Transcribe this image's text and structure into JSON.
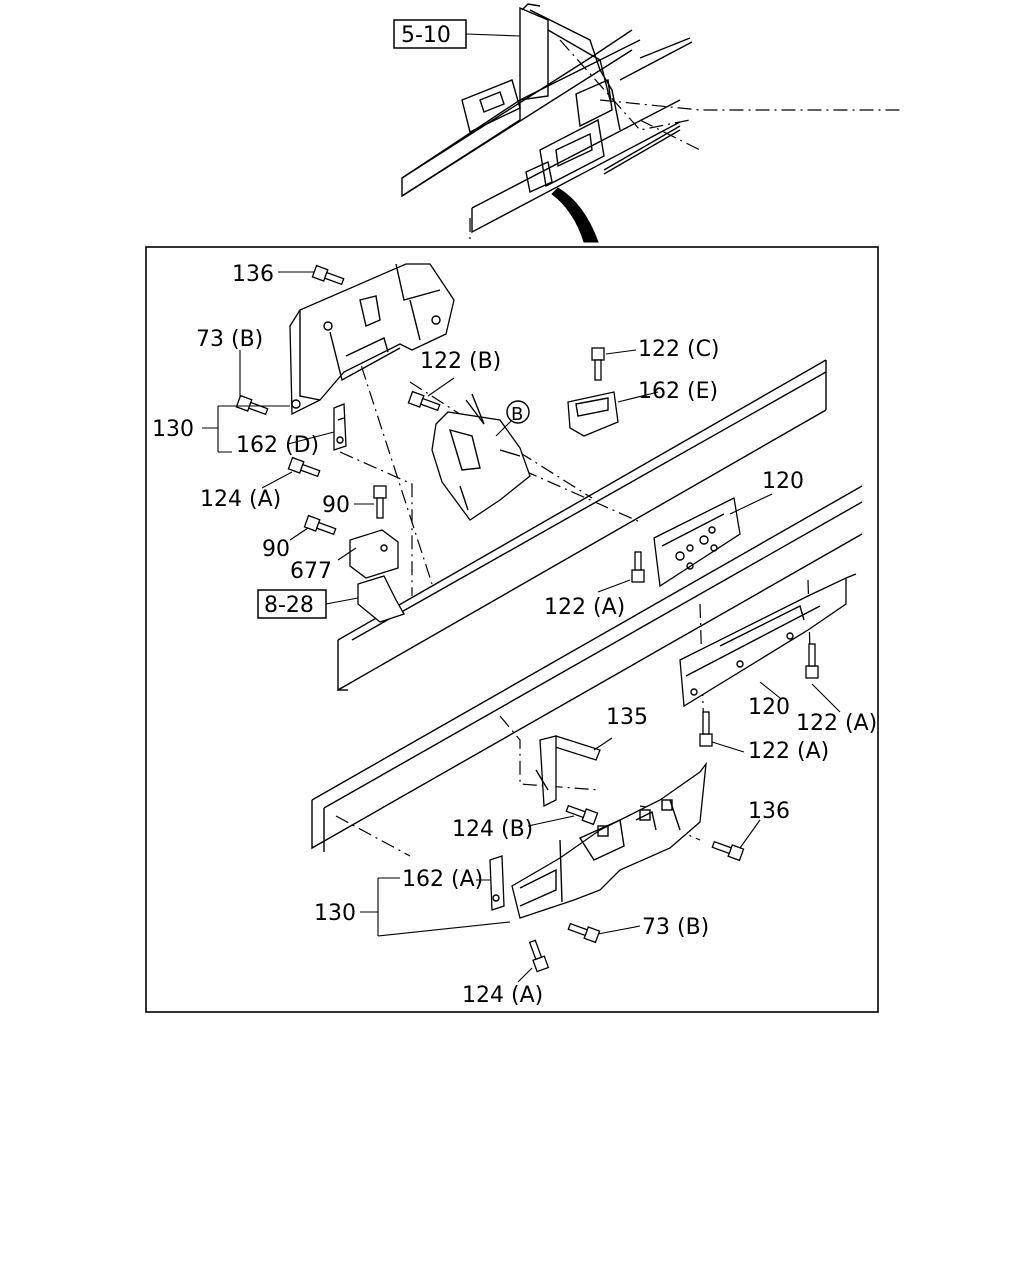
{
  "references": {
    "top": "5-10",
    "left": "8-28"
  },
  "callout_b": "B",
  "labels": {
    "p136_top": "136",
    "p73b_top": "73 (B)",
    "p130_top": "130",
    "p162d": "162 (D)",
    "p124a_top": "124 (A)",
    "p90_a": "90",
    "p90_b": "90",
    "p677": "677",
    "p122b": "122 (B)",
    "p122c": "122 (C)",
    "p162e": "162 (E)",
    "p120_top": "120",
    "p122a_left": "122 (A)",
    "p135": "135",
    "p120_bottom": "120",
    "p122a_right": "122 (A)",
    "p122a_bottom": "122 (A)",
    "p124b": "124 (B)",
    "p136_bottom": "136",
    "p162a": "162 (A)",
    "p130_bottom": "130",
    "p73b_bottom": "73 (B)",
    "p124a_bottom": "124 (A)"
  }
}
